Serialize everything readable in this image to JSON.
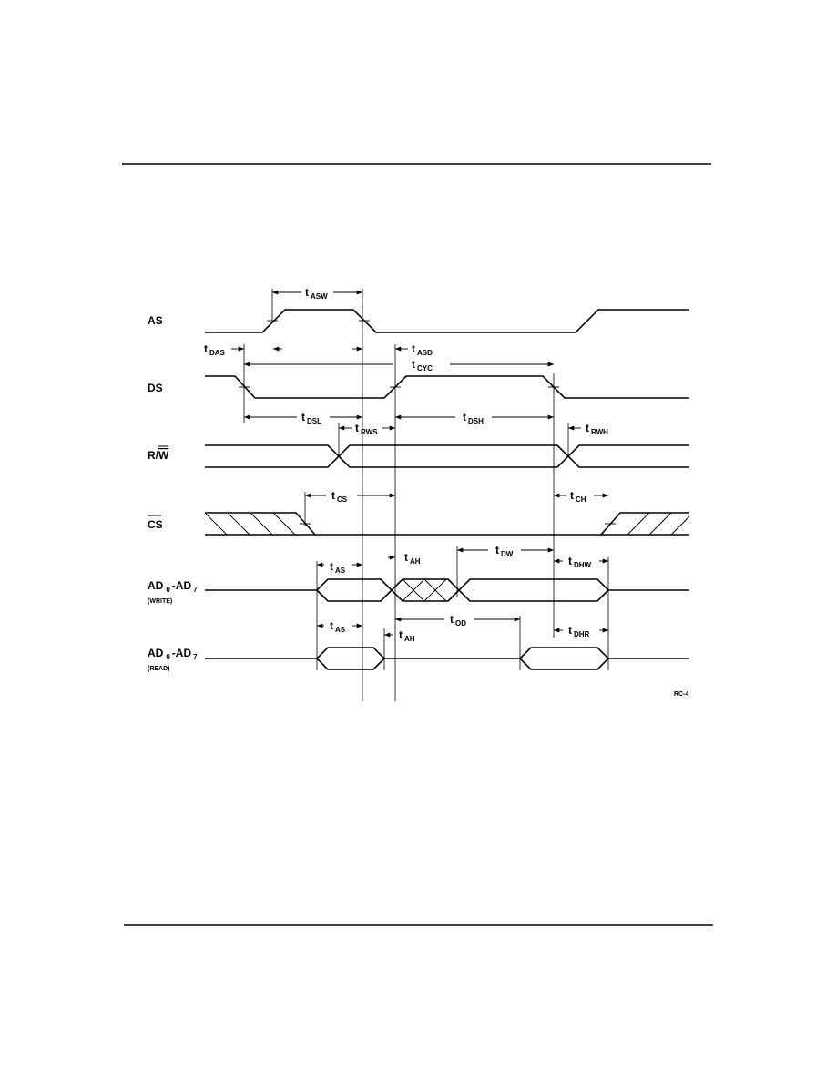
{
  "signals": {
    "as": "AS",
    "ds": "DS",
    "rw_r": "R/",
    "rw_w": "W",
    "cs": "CS",
    "ad_write_main": "AD",
    "ad_write_sub0": "0",
    "ad_write_mid": "-AD",
    "ad_write_sub7": "7",
    "ad_write_note": "(WRITE)",
    "ad_read_main": "AD",
    "ad_read_sub0": "0",
    "ad_read_mid": "-AD",
    "ad_read_sub7": "7",
    "ad_read_note": "(READ)"
  },
  "timing": {
    "asw": {
      "t": "t",
      "sub": "ASW"
    },
    "das": {
      "t": "t",
      "sub": "DAS"
    },
    "asd": {
      "t": "t",
      "sub": "ASD"
    },
    "cyc": {
      "t": "t",
      "sub": "CYC"
    },
    "dsl": {
      "t": "t",
      "sub": "DSL"
    },
    "rws": {
      "t": "t",
      "sub": "RWS"
    },
    "dsh": {
      "t": "t",
      "sub": "DSH"
    },
    "rwh": {
      "t": "t",
      "sub": "RWH"
    },
    "cs": {
      "t": "t",
      "sub": "CS"
    },
    "ch": {
      "t": "t",
      "sub": "CH"
    },
    "as_w": {
      "t": "t",
      "sub": "AS"
    },
    "ah_w": {
      "t": "t",
      "sub": "AH"
    },
    "dw": {
      "t": "t",
      "sub": "DW"
    },
    "dhw": {
      "t": "t",
      "sub": "DHW"
    },
    "as_r": {
      "t": "t",
      "sub": "AS"
    },
    "ah_r": {
      "t": "t",
      "sub": "AH"
    },
    "od": {
      "t": "t",
      "sub": "OD"
    },
    "dhr": {
      "t": "t",
      "sub": "DHR"
    }
  },
  "figure_id": "RC-4"
}
